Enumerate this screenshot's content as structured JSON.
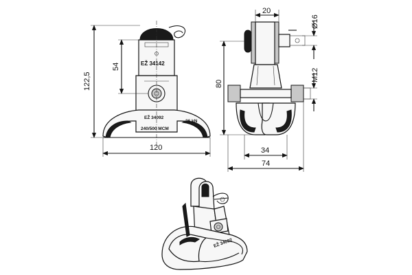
{
  "front_view": {
    "part_top": "EŽ 34142",
    "part_bottom": "EŽ 34092",
    "load": "26 kN",
    "conductor": "240/500 MCM",
    "dim_height_total": "122,5",
    "dim_height_upper": "54",
    "dim_width": "120"
  },
  "side_view": {
    "dim_pin_width": "20",
    "dim_pin_dia": "Ø16",
    "dim_bolt": "M12",
    "dim_height": "80",
    "dim_inner_width": "34",
    "dim_outer_width": "74"
  },
  "iso_view": {
    "part_label": "EŽ 34092"
  }
}
